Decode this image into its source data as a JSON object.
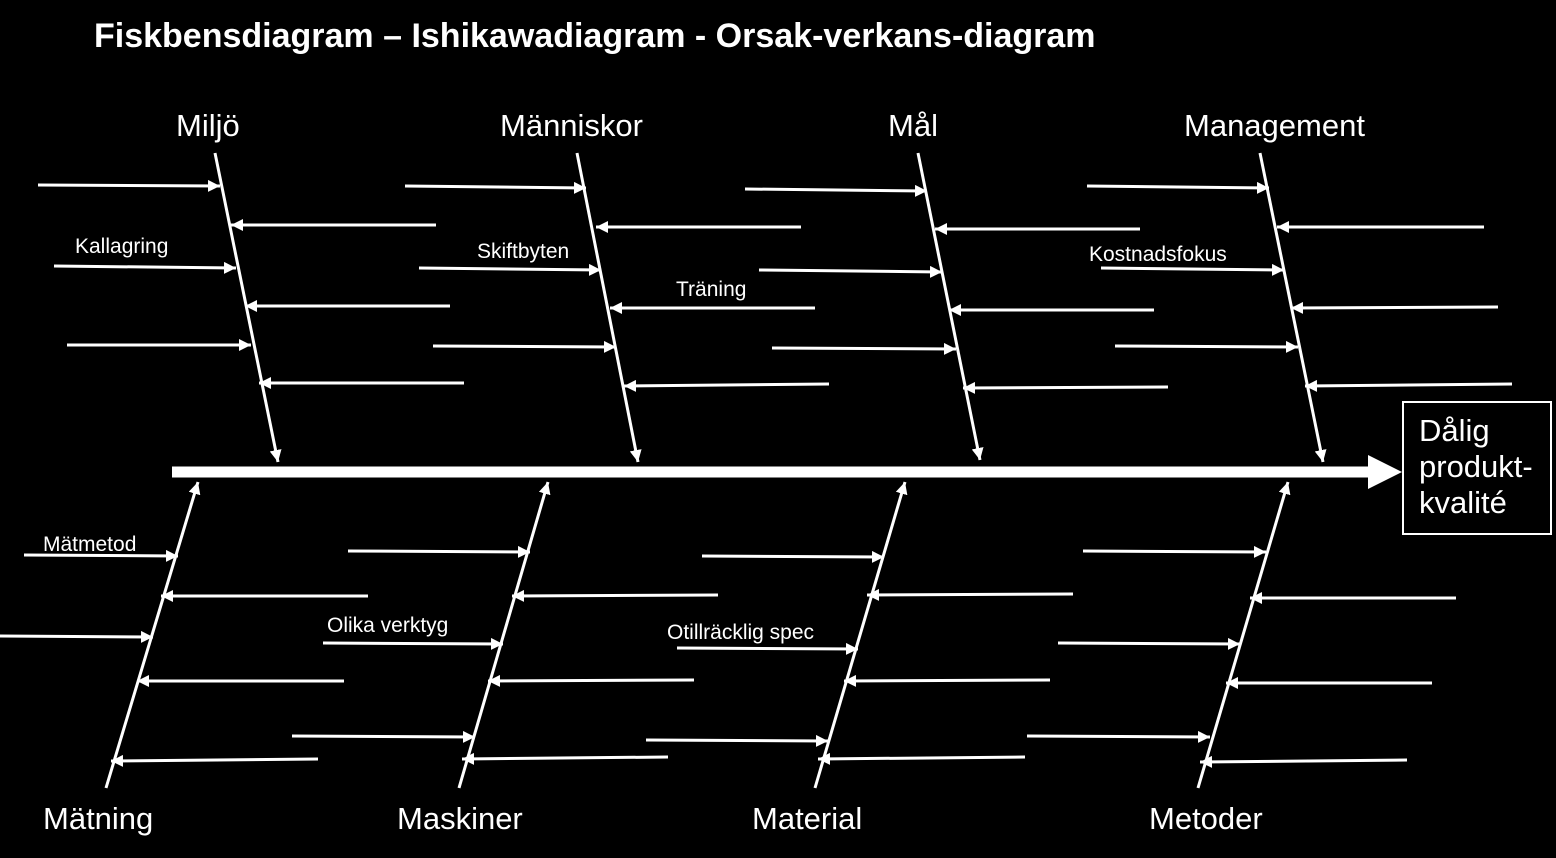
{
  "title": "Fiskbensdiagram – Ishikawadiagram - Orsak-verkans-diagram",
  "effect": {
    "lines": [
      "Dålig",
      "produkt-",
      "kvalité"
    ]
  },
  "categories": {
    "top": [
      {
        "id": "miljo",
        "label": "Miljö",
        "causes": [
          "Kallagring"
        ]
      },
      {
        "id": "manniskor",
        "label": "Människor",
        "causes": [
          "Skiftbyten",
          "Träning"
        ]
      },
      {
        "id": "mal",
        "label": "Mål",
        "causes": []
      },
      {
        "id": "management",
        "label": "Management",
        "causes": [
          "Kostnadsfokus"
        ]
      }
    ],
    "bottom": [
      {
        "id": "matning",
        "label": "Mätning",
        "causes": [
          "Mätmetod"
        ]
      },
      {
        "id": "maskiner",
        "label": "Maskiner",
        "causes": [
          "Olika verktyg"
        ]
      },
      {
        "id": "material",
        "label": "Material",
        "causes": [
          "Otillräcklig spec"
        ]
      },
      {
        "id": "metoder",
        "label": "Metoder",
        "causes": []
      }
    ]
  },
  "colors": {
    "background": "#000000",
    "foreground": "#ffffff"
  }
}
